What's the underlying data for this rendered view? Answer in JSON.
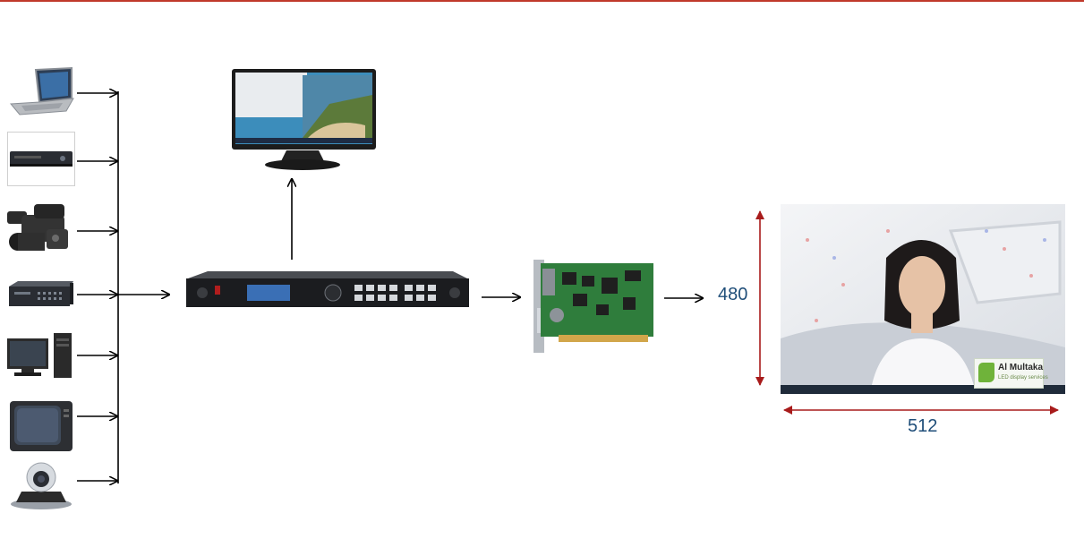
{
  "header": {
    "accent_color": "#c0392b"
  },
  "dimensions": {
    "height_label": "480",
    "width_label": "512",
    "label_color": "#1f4e79",
    "arrow_color": "#a81b1b"
  },
  "inputs": [
    {
      "icon": "laptop-icon"
    },
    {
      "icon": "dvd-player-icon"
    },
    {
      "icon": "video-camera-icon"
    },
    {
      "icon": "dvr-recorder-icon"
    },
    {
      "icon": "desktop-pc-icon"
    },
    {
      "icon": "crt-tv-icon"
    },
    {
      "icon": "conference-camera-icon"
    }
  ],
  "devices": {
    "monitor": "monitor-icon",
    "processor": "video-processor-icon",
    "sending_card": "sending-card-icon",
    "led_screen": "led-screen-image"
  },
  "logo": {
    "name": "Al Multaka",
    "tagline": "LED display services",
    "color": "#6fb33a"
  }
}
